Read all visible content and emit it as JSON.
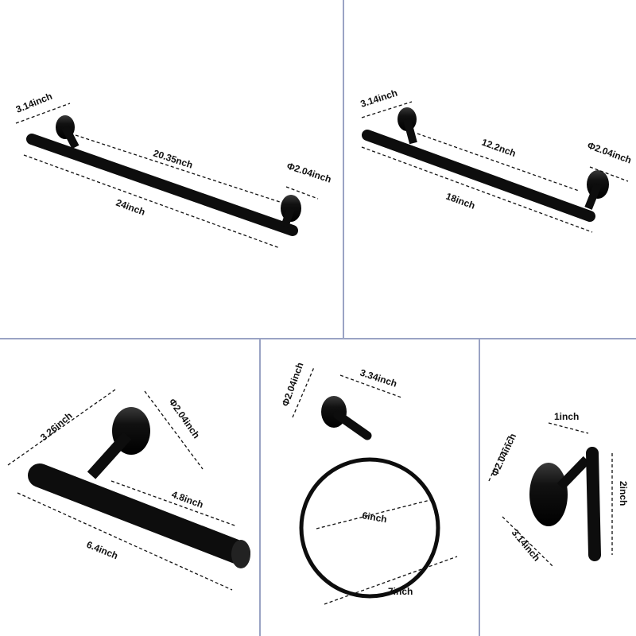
{
  "colors": {
    "divider": "#9aa3c4",
    "product": "#0d0d0d",
    "background": "#ffffff"
  },
  "panels": {
    "towel_bar_24": {
      "mount_depth": "3.14inch",
      "mount_spacing": "20.35nch",
      "total_length": "24inch",
      "base_diameter": "Φ2.04inch"
    },
    "towel_bar_18": {
      "mount_depth": "3.14inch",
      "mount_spacing": "12.2nch",
      "total_length": "18inch",
      "base_diameter": "Φ2.04inch"
    },
    "paper_holder": {
      "depth": "3.26inch",
      "base_diameter": "Φ2.04inch",
      "usable_length": "4.8inch",
      "total_length": "6.4inch"
    },
    "towel_ring": {
      "base_diameter": "Φ2.04inch",
      "depth": "3.34inch",
      "inner_diameter": "6inch",
      "outer_width": "7inch"
    },
    "robe_hook": {
      "hook_width": "1inch",
      "base_diameter": "Φ2.04inch",
      "height": "2inch",
      "depth": "3.14inch"
    }
  }
}
